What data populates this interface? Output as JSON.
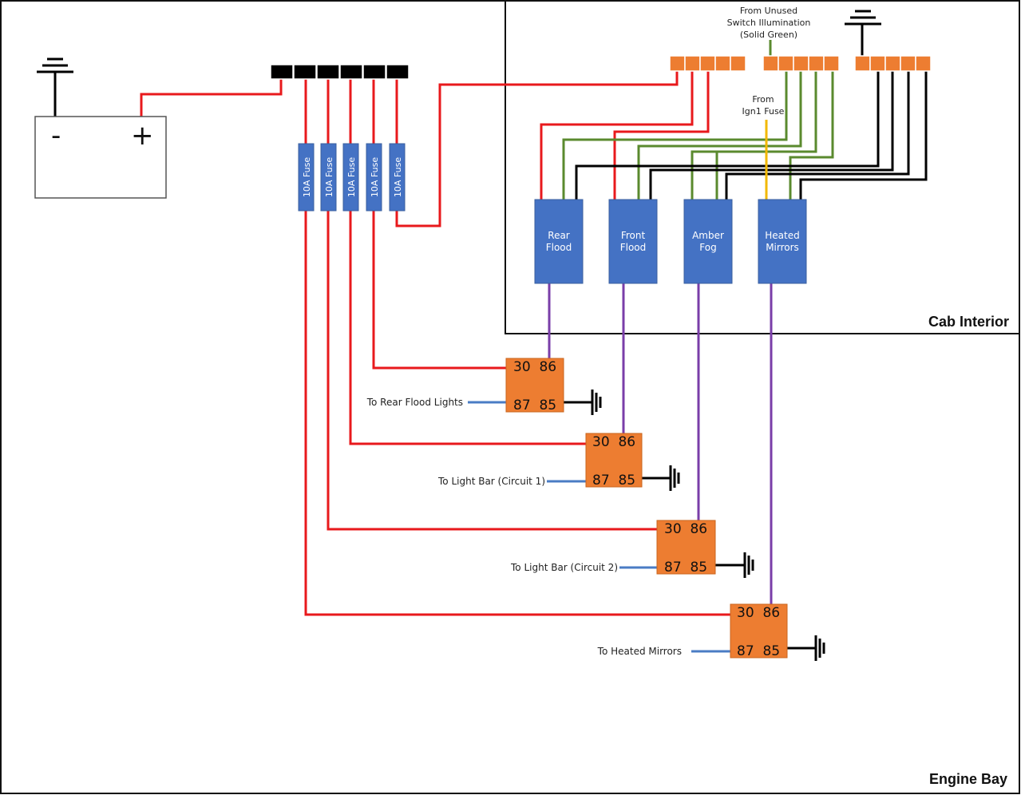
{
  "zones": {
    "cab_interior": "Cab Interior",
    "engine_bay": "Engine Bay"
  },
  "battery": {
    "negative": "-",
    "positive": "+"
  },
  "fuses": [
    "10A Fuse",
    "10A Fuse",
    "10A Fuse",
    "10A Fuse",
    "10A Fuse"
  ],
  "switches": {
    "rear_flood": [
      "Rear",
      "Flood"
    ],
    "front_flood": [
      "Front",
      "Flood"
    ],
    "amber_fog": [
      "Amber",
      "Fog"
    ],
    "heated_mirrors": [
      "Heated",
      "Mirrors"
    ]
  },
  "annotations": {
    "switch_illumination": [
      "From Unused",
      "Switch Illumination",
      "(Solid Green)"
    ],
    "ign1": [
      "From",
      "Ign1 Fuse"
    ]
  },
  "relay_pins": {
    "top": "30  86",
    "bottom": "87  85"
  },
  "outputs": {
    "rear_flood": "To Rear Flood Lights",
    "light_bar_1": "To Light Bar (Circuit 1)",
    "light_bar_2": "To Light Bar (Circuit 2)",
    "heated_mirrors": "To Heated Mirrors"
  },
  "colors": {
    "power": "#e8191c",
    "ground": "#000000",
    "illumination": "#5a8a2e",
    "ignition": "#f2b800",
    "trigger": "#7a3ea8",
    "output": "#4a7cc4",
    "fuse": "#4472c4",
    "switch": "#4472c4",
    "relay": "#ed7d31",
    "connector": "#ed7d31"
  }
}
